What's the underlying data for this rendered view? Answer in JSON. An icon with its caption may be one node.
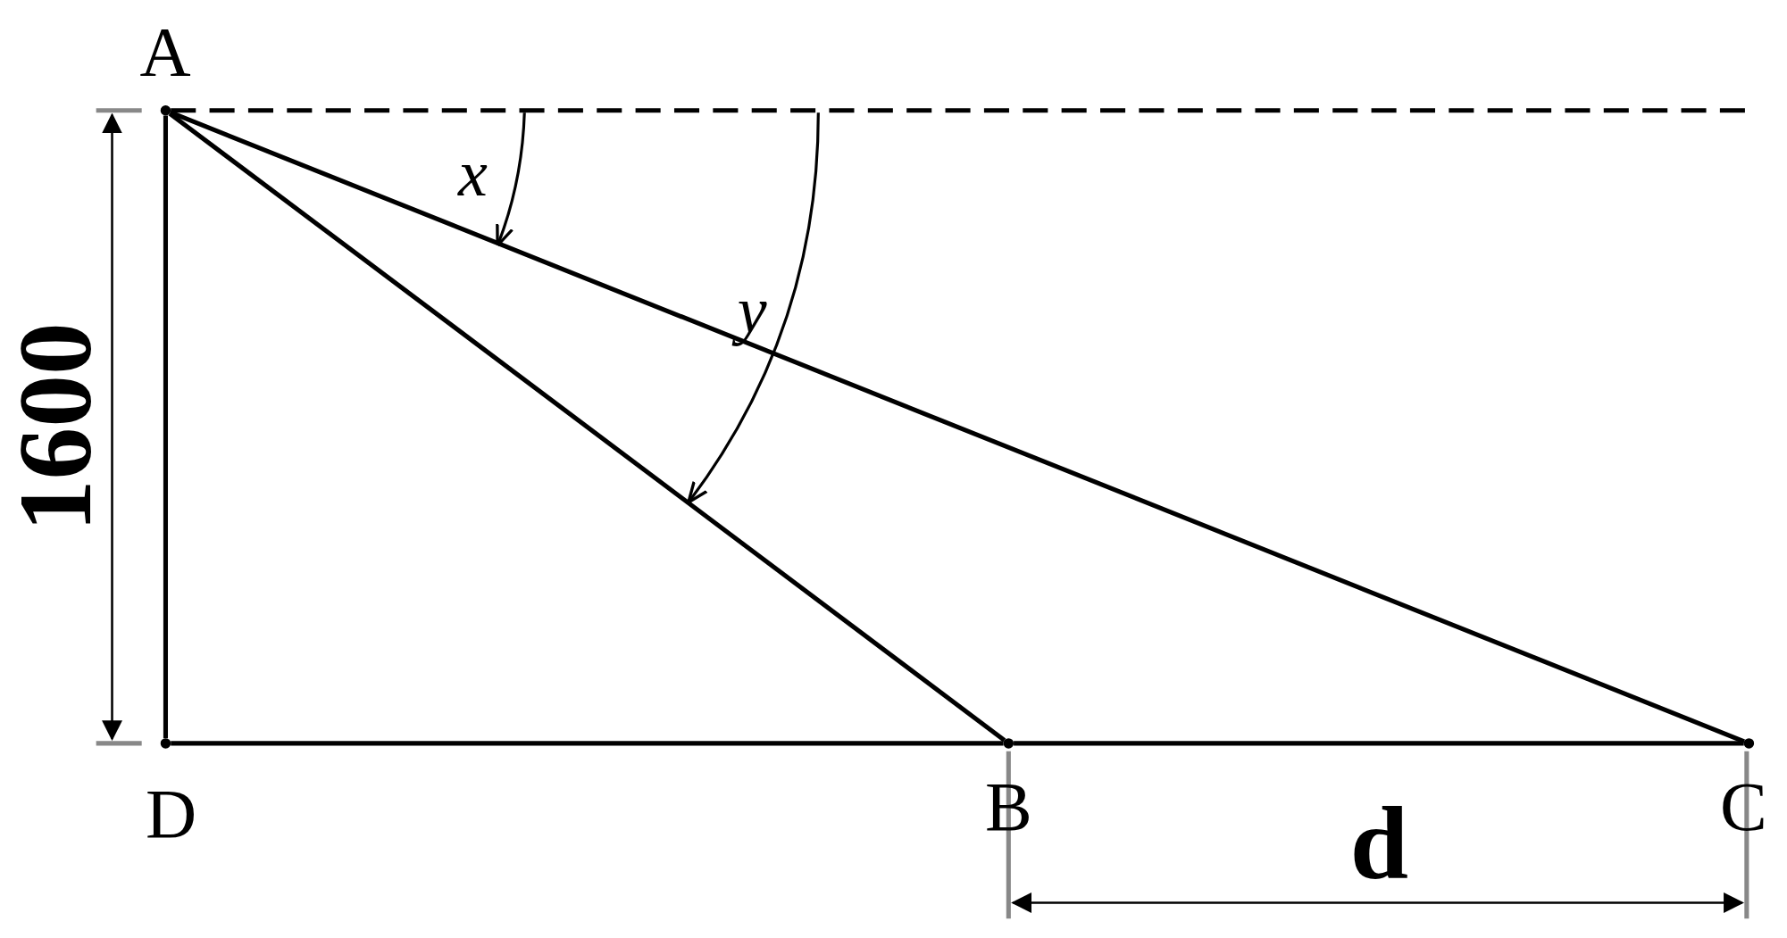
{
  "diagram": {
    "nodes": [
      {
        "text": [],
        "shape": "circle"
      },
      {
        "text": [],
        "shape": "circle"
      },
      {
        "text": [],
        "shape": "circle"
      },
      {
        "text": [],
        "shape": "circle"
      }
    ],
    "edges": [
      {
        "from": 0,
        "to": 1,
        "arrow": "none"
      },
      {
        "from": 1,
        "to": 2,
        "arrow": "none"
      },
      {
        "from": 2,
        "to": 3,
        "arrow": "none"
      },
      {
        "from": 0,
        "to": 2,
        "arrow": "none"
      },
      {
        "from": 0,
        "to": 3,
        "arrow": "none"
      },
      {
        "from": 0,
        "to": null,
        "arrow": "none",
        "style": "dashed"
      }
    ],
    "labels": [
      "A",
      "x",
      "y",
      "1600",
      "D",
      "B",
      "C",
      "d"
    ]
  }
}
